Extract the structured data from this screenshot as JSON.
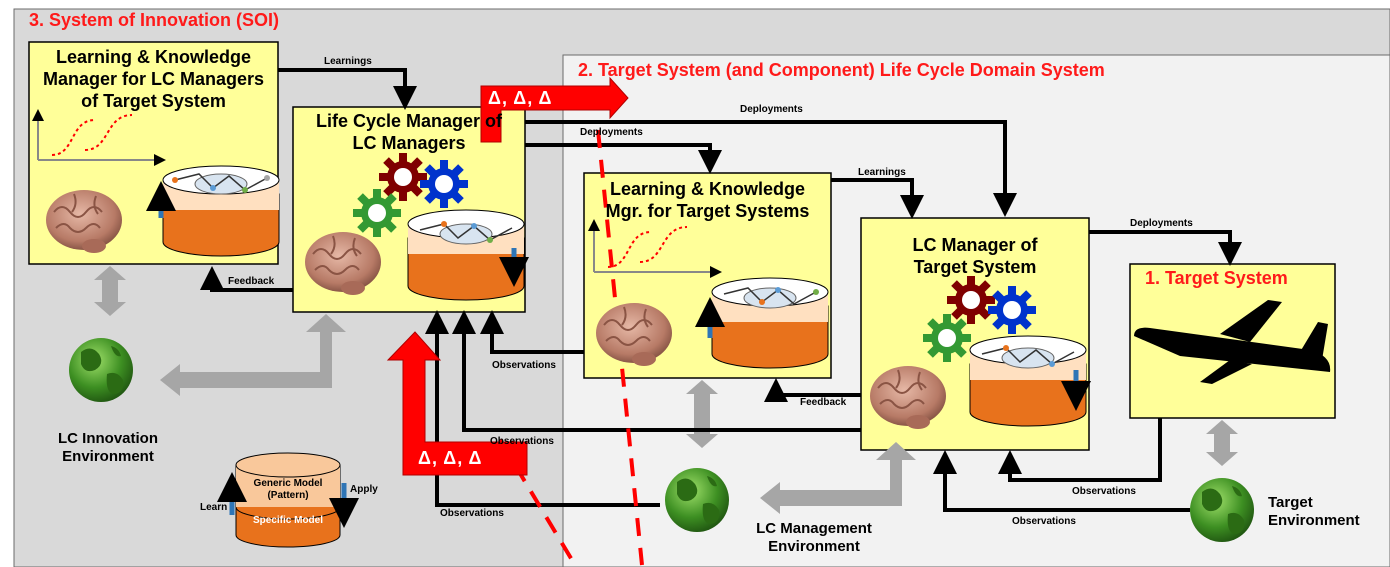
{
  "regions": {
    "soi_title": "3.  System of Innovation (SOI)",
    "domain_title": "2.  Target System (and Component)  Life Cycle Domain System"
  },
  "boxes": {
    "lk_manager_lc": "Learning & Knowledge\nManager for LC Managers\nof Target System",
    "lc_manager_of_lc": "Life Cycle Manager of\nLC Managers",
    "lk_manager_target": "Learning & Knowledge\nMgr. for Target Systems",
    "lc_manager_target": "LC Manager of\nTarget System",
    "target_system": "1. Target System"
  },
  "arrow_labels": {
    "learnings_top": "Learnings",
    "deployments_top": "Deployments",
    "deployments_mid": "Deployments",
    "learnings_mid": "Learnings",
    "deployments_right": "Deployments",
    "feedback_left": "Feedback",
    "feedback_mid": "Feedback",
    "observations_1": "Observations",
    "observations_2": "Observations",
    "observations_3": "Observations",
    "observations_4": "Observations",
    "observations_5": "Observations"
  },
  "deltas": {
    "top": "Δ,   Δ,   Δ",
    "bottom": "Δ,   Δ,   Δ"
  },
  "environments": {
    "lc_innovation": "LC Innovation\nEnvironment",
    "lc_management": "LC Management\nEnvironment",
    "target": "Target\nEnvironment"
  },
  "legend": {
    "generic_model": "Generic Model\n(Pattern)",
    "specific_model": "Specific Model",
    "learn": "Learn",
    "apply": "Apply"
  },
  "colors": {
    "box_fill": "#ffff99",
    "soi_fill": "#d9d9d9",
    "domain_fill": "#f2f2f2",
    "title_red": "#ff1a1a",
    "delta_red": "#ff0000",
    "db_orange": "#e8721c",
    "db_top": "#f9c89b",
    "gear_red": "#7f0000",
    "gear_blue": "#0033cc",
    "gear_green": "#339933",
    "globe_green": "#4aa02c"
  }
}
